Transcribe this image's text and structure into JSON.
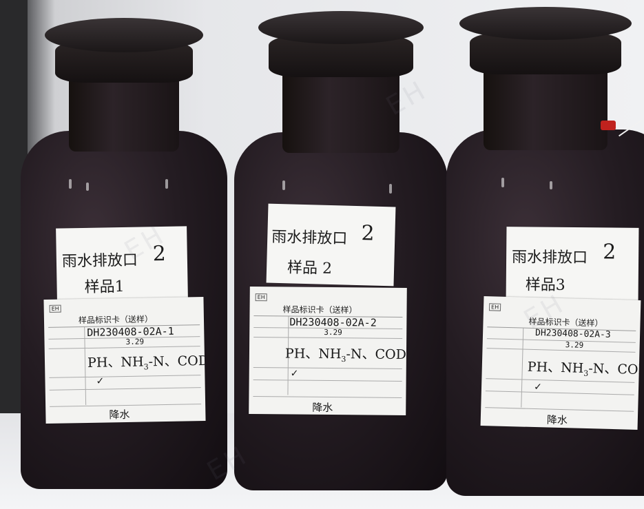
{
  "labels": [
    {
      "top_line1": "雨水排放口",
      "top_num": "2",
      "top_line2": "样品1",
      "card_title": "样品标识卡（送样）",
      "card_code": "DH230408-02A-1",
      "card_date": "3.29",
      "card_tests": "PH、NH",
      "card_tests_sub": "3",
      "card_tests_rest": "-N、COD、SS",
      "card_check": "✓",
      "card_type": "降水"
    },
    {
      "top_line1": "雨水排放口",
      "top_num": "2",
      "top_line2": "样品 2",
      "card_title": "样品标识卡（送样）",
      "card_code": "DH230408-02A-2",
      "card_date": "3.29",
      "card_tests": "PH、NH",
      "card_tests_sub": "3",
      "card_tests_rest": "-N、COD、SS",
      "card_check": "✓",
      "card_type": "降水"
    },
    {
      "top_line1": "雨水排放口",
      "top_num": "2",
      "top_line2": "样品3",
      "card_title": "样品标识卡（送样）",
      "card_code": "DH230408-02A-3",
      "card_date": "3.29",
      "card_tests": "PH、NH",
      "card_tests_sub": "3",
      "card_tests_rest": "-N、COD、SS",
      "card_check": "✓",
      "card_type": "降水"
    }
  ],
  "colors": {
    "glass": "#1b1419",
    "label_paper": "#f3f3f1",
    "red_tag": "#c0221e"
  }
}
